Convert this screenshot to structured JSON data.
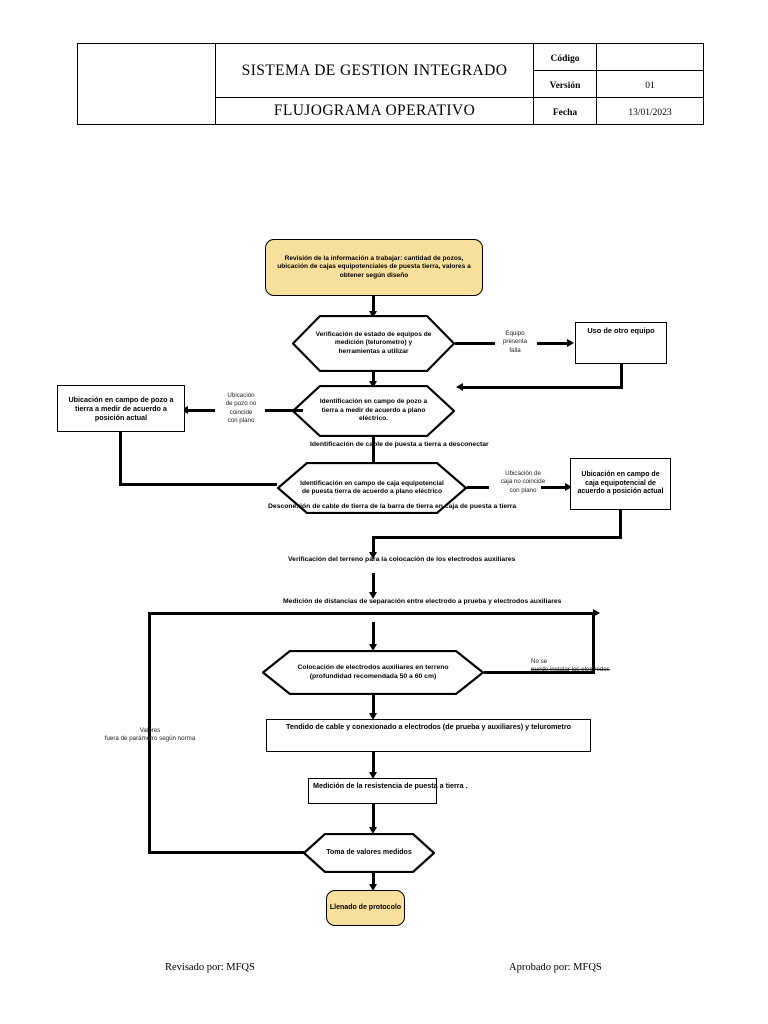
{
  "header": {
    "logo_cell": "",
    "title_main": "SISTEMA DE GESTION INTEGRADO",
    "title_sub": "FLUJOGRAMA OPERATIVO",
    "codigo_label": "Código",
    "codigo_value": "",
    "version_label": "Versión",
    "version_value": "01",
    "fecha_label": "Fecha",
    "fecha_value": "13/01/2023"
  },
  "colors": {
    "terminator_fill": "#F8DF9B",
    "stroke": "#000000",
    "page_bg": "#FFFFFF"
  },
  "flowchart": {
    "type": "flowchart",
    "nodes": [
      {
        "id": "n1",
        "shape": "rounded-terminator",
        "text": "Revisión de la información a trabajar: cantidad de pozos, ubicación de cajas equipotenciales de puesta tierra, valores a obtener según diseño"
      },
      {
        "id": "n2",
        "shape": "hexagon-decision",
        "text": "Verificación de estado de equipos de medición (telurometro) y herramientas a utilizar"
      },
      {
        "id": "n3",
        "shape": "rectangle",
        "text": "Uso de otro equipo"
      },
      {
        "id": "n4",
        "shape": "hexagon-decision",
        "text": "Identificación en campo de pozo a tierra a medir de acuerdo a plano eléctrico."
      },
      {
        "id": "n5",
        "shape": "rectangle",
        "text": "Ubicación en campo de pozo a tierra a medir de acuerdo a posición actual"
      },
      {
        "id": "n6",
        "shape": "hexagon-decision",
        "text": "Identificación en campo de caja equipotencial de puesta tierra de acuerdo a plano eléctrico"
      },
      {
        "id": "n7",
        "shape": "rectangle",
        "text": "Ubicación en campo de caja equipotencial de acuerdo a posición actual"
      },
      {
        "id": "n8",
        "shape": "hexagon-decision",
        "text": "Colocación de electrodos auxiliares en terreno (profundidad recomendada 50 a 60 cm)"
      },
      {
        "id": "n9",
        "shape": "rectangle",
        "text": "Tendido de cable y conexionado a electrodos (de prueba y auxiliares) y telurometro"
      },
      {
        "id": "n10",
        "shape": "rectangle",
        "text": "Medición de la resistencia de puesta a tierra ."
      },
      {
        "id": "n11",
        "shape": "hexagon-decision",
        "text": "Toma de valores medidos"
      },
      {
        "id": "n12",
        "shape": "rounded-terminator",
        "text": "Llenado de protocolo"
      }
    ],
    "captions": [
      {
        "id": "c1",
        "text": "Identificación de cable de puesta a tierra a desconectar"
      },
      {
        "id": "c2",
        "text": "Desconexión de cable de tierra de la barra de tierra en caja de puesta a tierra"
      },
      {
        "id": "c3",
        "text": "Verificación del terreno para la colocación de los electrodos auxiliares"
      },
      {
        "id": "c4",
        "text": "Medición de distancias de separación entre electrodo a prueba y electrodos auxiliares"
      }
    ],
    "branch_labels": [
      {
        "id": "b1",
        "line1": "Equipo",
        "line2": "presenta",
        "line3": "falla"
      },
      {
        "id": "b2",
        "line1": "Ubicación",
        "line2": "de pozo no",
        "line3": "coincide",
        "line4": "con plano"
      },
      {
        "id": "b3",
        "line1": "Ubicación de",
        "line2": "caja no coincide",
        "line3": "con plano"
      },
      {
        "id": "b4",
        "line1": "No se",
        "line2": "puede instalar los electrodos"
      },
      {
        "id": "b5",
        "line1": "Valores",
        "line2": "fuera de parámetro según norma"
      }
    ]
  },
  "footer": {
    "reviewed": "Revisado por: MFQS",
    "approved": "Aprobado por: MFQS"
  }
}
